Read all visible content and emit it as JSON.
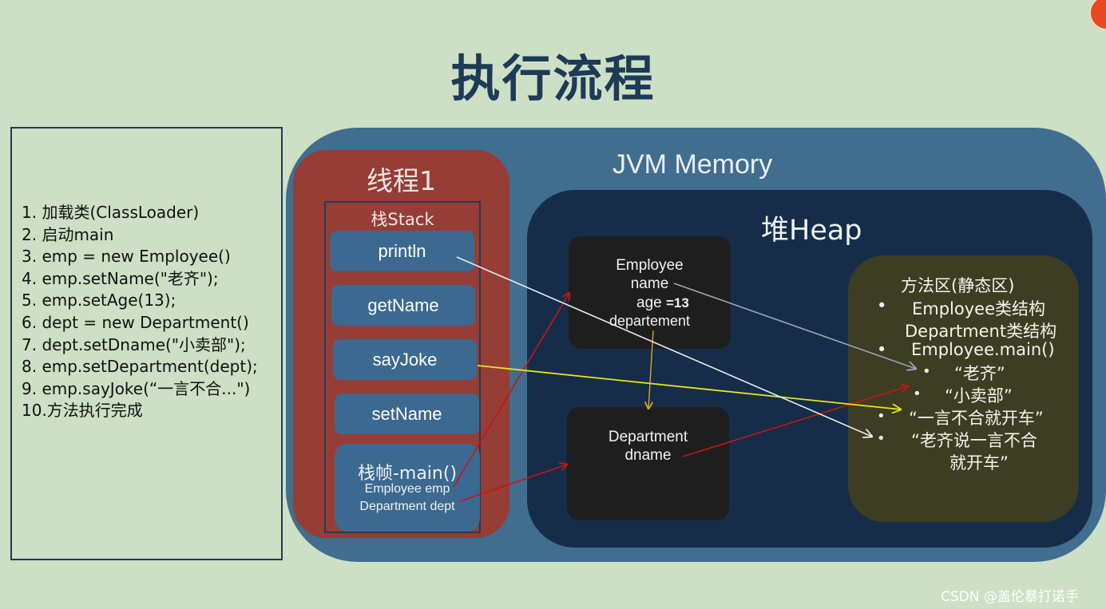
{
  "title": "执行流程",
  "steps": [
    "1. 加载类(ClassLoader)",
    "2. 启动main",
    "3. emp = new Employee()",
    "4. emp.setName(\"老齐\");",
    "5. emp.setAge(13);",
    "6. dept = new Department()",
    "7. dept.setDname(\"小卖部\");",
    "8. emp.setDepartment(dept);",
    "9.  emp.sayJoke(“一言不合...\")",
    "10.方法执行完成"
  ],
  "jvm": {
    "label": "JVM Memory",
    "thread": {
      "label": "线程1",
      "stack": {
        "label": "栈Stack",
        "frames": [
          "println",
          "getName",
          "sayJoke",
          "setName"
        ],
        "main": {
          "title": "栈帧-main()",
          "vars": [
            "Employee emp",
            "Department dept"
          ]
        }
      }
    },
    "heap": {
      "label": "堆Heap",
      "employee": {
        "class": "Employee",
        "name": "name",
        "age_label": "age",
        "age_value": "=13",
        "department": "departement"
      },
      "department": {
        "class": "Department",
        "dname": "dname"
      },
      "method_area": {
        "title": "方法区(静态区)",
        "items": [
          "Employee类结构",
          "Department类结构",
          "Employee.main()",
          "“老齐”",
          "“小卖部”",
          "“一言不合就开车”",
          "“老齐说一言不合",
          "就开车”"
        ]
      }
    }
  },
  "watermark": "CSDN @盖伦暴打诺手",
  "colors": {
    "background": "#cddfc4",
    "jvm": "#416d8f",
    "thread": "#963d36",
    "heap": "#152d48",
    "method_area": "#3c3d22",
    "arrow_red": "#c81414",
    "arrow_yellow": "#e6e619",
    "arrow_white": "#e8ecee"
  }
}
